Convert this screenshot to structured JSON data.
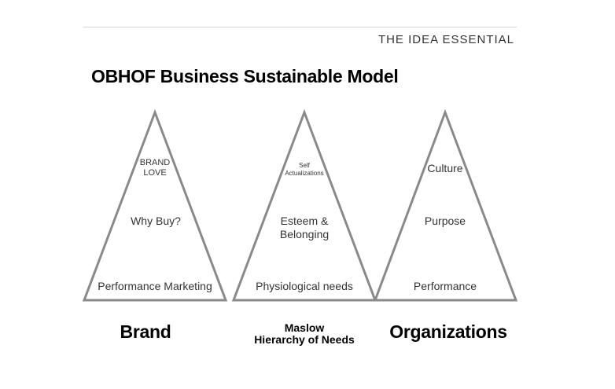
{
  "header": {
    "brand_thin_1": "THE ",
    "brand_bold": "IDEA",
    "brand_thin_2": " ESSENTIAL"
  },
  "title": "OBHOF Business Sustainable Model",
  "triangles": [
    {
      "top_line1": "BRAND",
      "top_line2": "LOVE",
      "middle": "Why Buy?",
      "bottom": "Performance Marketing",
      "caption": "Brand"
    },
    {
      "top_line1": "Self",
      "top_line2": "Actualizations",
      "middle_line1": "Esteem &",
      "middle_line2": "Belonging",
      "bottom": "Physiological needs",
      "caption_line1": "Maslow",
      "caption_line2": "Hierarchy of Needs"
    },
    {
      "top": "Culture",
      "middle": "Purpose",
      "bottom": "Performance",
      "caption": "Organizations"
    }
  ],
  "colors": {
    "stroke": "#8a8a8a",
    "text": "#333333",
    "rule": "#d9d9d9"
  }
}
